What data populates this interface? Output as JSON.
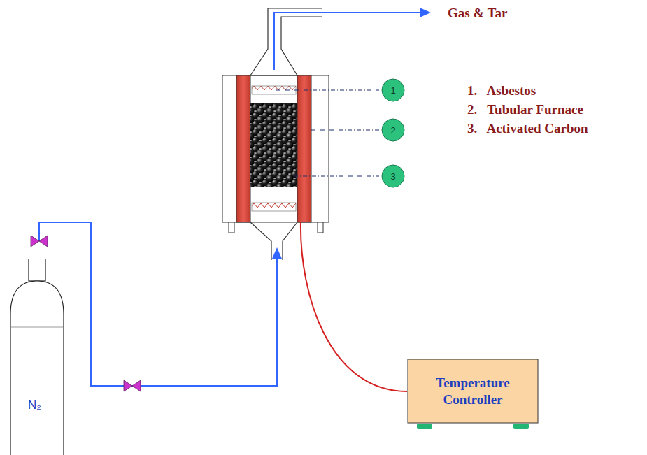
{
  "diagram": {
    "nodes": [
      {
        "text": [
          "1"
        ]
      },
      {
        "text": [
          "2"
        ]
      },
      {
        "text": [
          "3"
        ]
      },
      {
        "text": [
          "N₂"
        ]
      },
      {
        "text": [
          "Temperature Controller"
        ]
      }
    ],
    "labels": [
      "Gas & Tar",
      "1.   Asbestos",
      "2.   Tubular Furnace",
      "3.   Activated Carbon"
    ]
  }
}
